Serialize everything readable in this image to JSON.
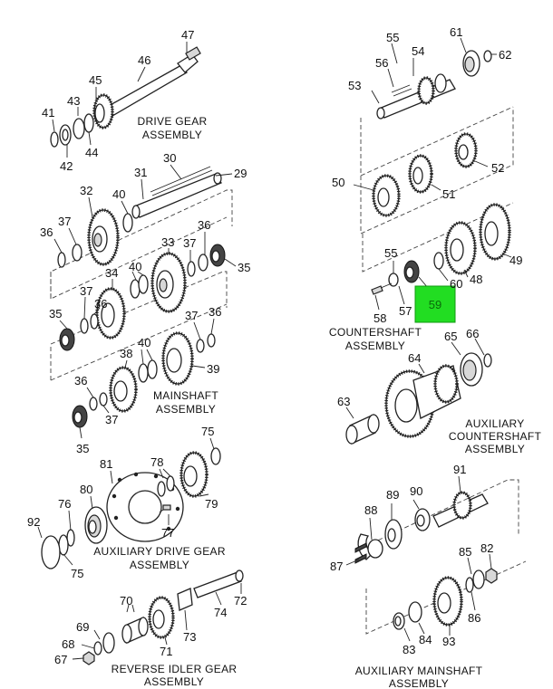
{
  "labels": {
    "drive_gear_line1": "DRIVE GEAR",
    "drive_gear_line2": "ASSEMBLY",
    "mainshaft_line1": "MAINSHAFT",
    "mainshaft_line2": "ASSEMBLY",
    "aux_drive_line1": "AUXILIARY DRIVE GEAR",
    "aux_drive_line2": "ASSEMBLY",
    "reverse_idler_line1": "REVERSE IDLER GEAR",
    "reverse_idler_line2": "ASSEMBLY",
    "countershaft_line1": "COUNTERSHAFT",
    "countershaft_line2": "ASSEMBLY",
    "aux_countershaft_line1": "AUXILIARY",
    "aux_countershaft_line2": "COUNTERSHAFT",
    "aux_countershaft_line3": "ASSEMBLY",
    "aux_mainshaft_line1": "AUXILIARY MAINSHAFT",
    "aux_mainshaft_line2": "ASSEMBLY"
  },
  "highlight": {
    "label": "59",
    "color": "#22dd22"
  },
  "callouts": {
    "n29": "29",
    "n30": "30",
    "n31": "31",
    "n32": "32",
    "n33": "33",
    "n34": "34",
    "n35a": "35",
    "n35b": "35",
    "n35c": "35",
    "n36a": "36",
    "n36b": "36",
    "n36c": "36",
    "n36d": "36",
    "n36e": "36",
    "n37a": "37",
    "n37b": "37",
    "n37c": "37",
    "n37d": "37",
    "n37e": "37",
    "n38": "38",
    "n39": "39",
    "n40a": "40",
    "n40b": "40",
    "n40c": "40",
    "n41": "41",
    "n42": "42",
    "n43": "43",
    "n44": "44",
    "n45": "45",
    "n46": "46",
    "n47": "47",
    "n48": "48",
    "n49": "49",
    "n50": "50",
    "n51": "51",
    "n52": "52",
    "n53": "53",
    "n54": "54",
    "n55a": "55",
    "n55b": "55",
    "n56": "56",
    "n57": "57",
    "n58": "58",
    "n60": "60",
    "n61": "61",
    "n62": "62",
    "n63": "63",
    "n64": "64",
    "n65": "65",
    "n66": "66",
    "n67": "67",
    "n68": "68",
    "n69": "69",
    "n70": "70",
    "n71": "71",
    "n72": "72",
    "n73": "73",
    "n74": "74",
    "n75a": "75",
    "n75b": "75",
    "n76": "76",
    "n77": "77",
    "n78": "78",
    "n79": "79",
    "n80": "80",
    "n81": "81",
    "n82": "82",
    "n83": "83",
    "n84": "84",
    "n85": "85",
    "n86": "86",
    "n87": "87",
    "n88": "88",
    "n89": "89",
    "n90": "90",
    "n91": "91",
    "n92": "92",
    "n93": "93"
  }
}
